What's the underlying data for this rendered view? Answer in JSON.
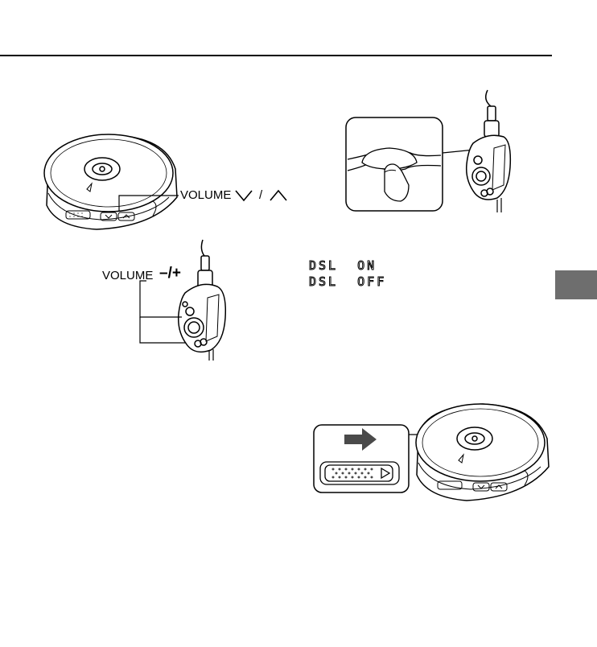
{
  "label_volume_player": "VOLUME",
  "label_volume_player_sep": "/",
  "label_volume_remote": "VOLUME",
  "label_volume_remote_sep": "–/+",
  "lcd_line1": "DSL  ON",
  "lcd_line2": "DSL  OFF",
  "icons": {
    "player_top": "cd-player-icon",
    "remote_left": "remote-control-icon",
    "remote_right": "remote-control-icon",
    "finger": "finger-press-icon",
    "player_bottom": "cd-player-icon",
    "hold_switch": "hold-switch-icon",
    "arrow": "arrow-right-icon"
  },
  "colors": {
    "ink": "#000000",
    "tab": "#6e6e6e",
    "arrow": "#4a4a4a"
  }
}
